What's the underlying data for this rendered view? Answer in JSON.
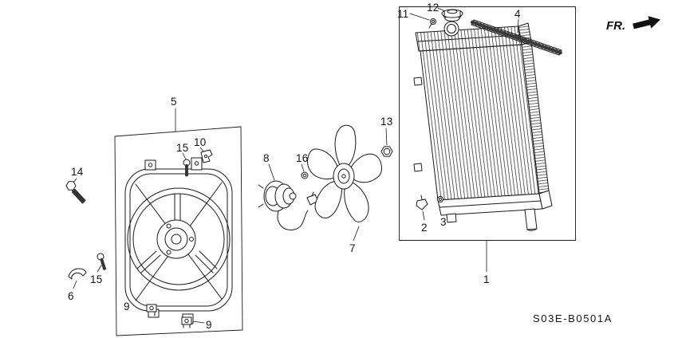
{
  "colors": {
    "ink": "#1a1a1a",
    "background": "#ffffff"
  },
  "icons": {
    "fr_arrow": "right-up-solid-arrow"
  },
  "diagram": {
    "fr_label": "FR.",
    "code": "S03E-B0501A"
  },
  "part_labels": [
    {
      "part_number": "11"
    },
    {
      "part_number": "12"
    },
    {
      "part_number": "4"
    },
    {
      "part_number": "5"
    },
    {
      "part_number": "15"
    },
    {
      "part_number": "10"
    },
    {
      "part_number": "14"
    },
    {
      "part_number": "8"
    },
    {
      "part_number": "16"
    },
    {
      "part_number": "13"
    },
    {
      "part_number": "7"
    },
    {
      "part_number": "2"
    },
    {
      "part_number": "3"
    },
    {
      "part_number": "1"
    },
    {
      "part_number": "15"
    },
    {
      "part_number": "6"
    },
    {
      "part_number": "9"
    },
    {
      "part_number": "9"
    }
  ]
}
